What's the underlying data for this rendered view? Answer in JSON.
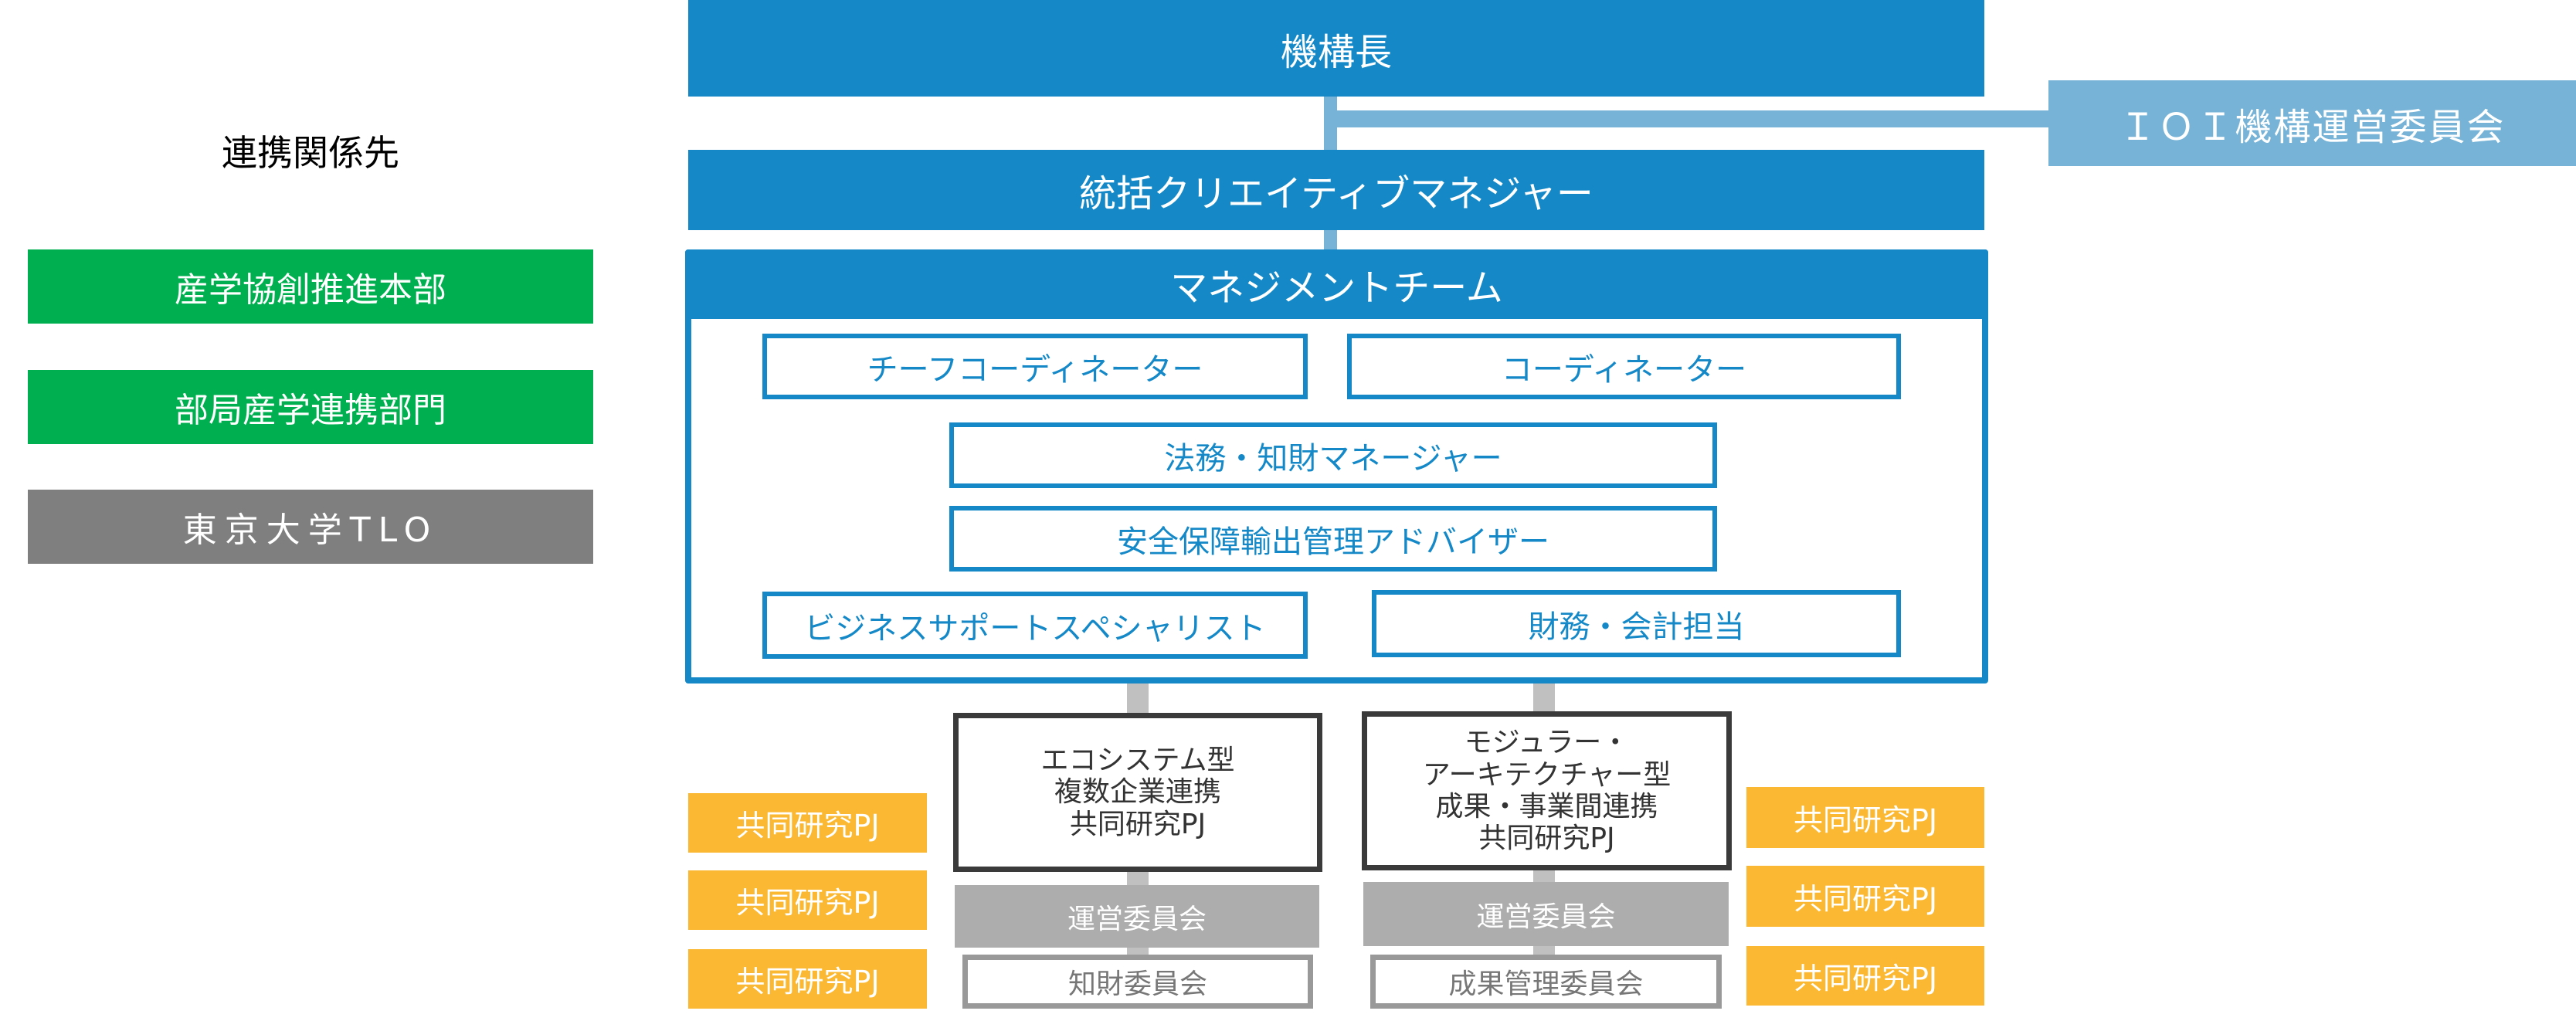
{
  "top": {
    "director": "機構長",
    "steering_committee": "ＩＯＩ機構運営委員会",
    "chief_creative_manager": "統括クリエイティブマネジャー"
  },
  "partners": {
    "heading": "連携関係先",
    "items": [
      "産学協創推進本部",
      "部局産学連携部門",
      "東京大学TLO"
    ]
  },
  "management_team": {
    "title": "マネジメントチーム",
    "roles": [
      "チーフコーディネーター",
      "コーディネーター",
      "法務・知財マネージャー",
      "安全保障輸出管理アドバイザー",
      "ビジネスサポートスペシャリスト",
      "財務・会計担当"
    ]
  },
  "projects": [
    {
      "lines": [
        "エコシステム型",
        "複数企業連携",
        "共同研究PJ"
      ],
      "committee": "運営委員会",
      "sub_committee": "知財委員会"
    },
    {
      "lines": [
        "モジュラー・",
        "アーキテクチャー型",
        "成果・事業間連携",
        "共同研究PJ"
      ],
      "committee": "運営委員会",
      "sub_committee": "成果管理委員会"
    }
  ],
  "joint_research_left": [
    "共同研究PJ",
    "共同研究PJ",
    "共同研究PJ"
  ],
  "joint_research_right": [
    "共同研究PJ",
    "共同研究PJ",
    "共同研究PJ"
  ],
  "colors": {
    "blue": "#1589c8",
    "light_blue": "#76b3d6",
    "green": "#00b050",
    "gray": "#7f7f7f",
    "orange": "#fbb832"
  }
}
